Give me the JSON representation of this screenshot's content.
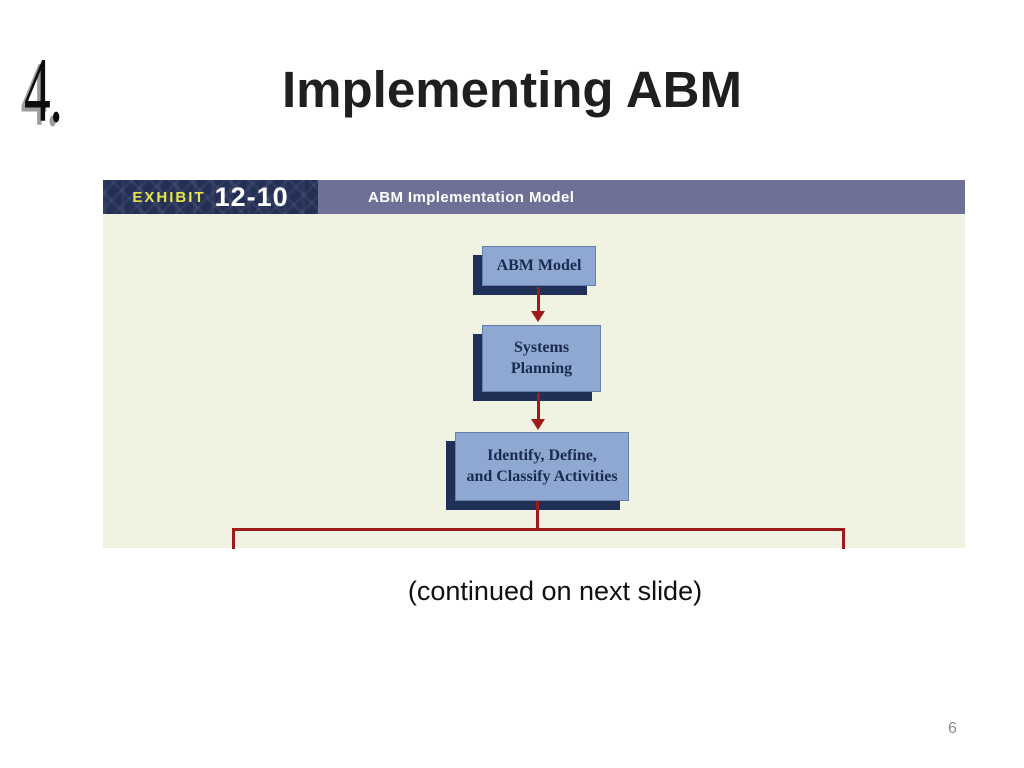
{
  "slide": {
    "step_number": "4.",
    "title": "Implementing ABM",
    "continued_note": "(continued on next slide)",
    "page_number": "6"
  },
  "exhibit": {
    "label": "EXHIBIT",
    "number": "12-10",
    "title": "ABM Implementation Model",
    "colors": {
      "tag_navy": "#242f55",
      "bar_purple": "#6e7195",
      "label_yellow": "#e8e44c",
      "body_cream": "#f0f2e2",
      "box_blue": "#8ea8d2",
      "box_shadow_navy": "#1f2f55",
      "box_text_navy": "#1b2a50",
      "connector_red": "#9e1b1b"
    }
  },
  "diagram": {
    "type": "flowchart",
    "nodes": [
      {
        "id": "abm-model",
        "label": "ABM Model",
        "lines": [
          "ABM Model"
        ]
      },
      {
        "id": "systems-planning",
        "label": "Systems Planning",
        "lines": [
          "Systems",
          "Planning"
        ]
      },
      {
        "id": "identify-define-classify",
        "label": "Identify, Define, and Classify Activities",
        "lines": [
          "Identify, Define,",
          "and Classify Activities"
        ]
      }
    ],
    "edges": [
      {
        "from": "abm-model",
        "to": "systems-planning",
        "style": "arrow"
      },
      {
        "from": "systems-planning",
        "to": "identify-define-classify",
        "style": "arrow"
      },
      {
        "from": "identify-define-classify",
        "to": "branch-bracket",
        "style": "branching-line-cut-off-at-bottom"
      }
    ]
  }
}
